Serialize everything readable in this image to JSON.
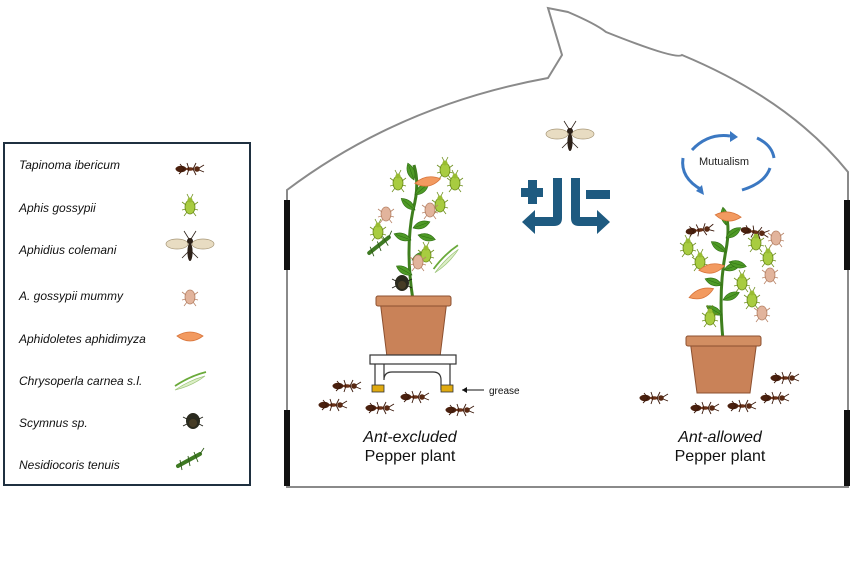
{
  "legend": {
    "items": [
      {
        "name": "Tapinoma ibericum",
        "icon": "ant-icon"
      },
      {
        "name": "Aphis gossypii",
        "icon": "aphid-icon"
      },
      {
        "name": "Aphidius colemani",
        "icon": "wasp-icon"
      },
      {
        "name": "A. gossypii mummy",
        "icon": "mummy-icon"
      },
      {
        "name": "Aphidoletes aphidimyza",
        "icon": "larva-icon"
      },
      {
        "name": "Chrysoperla carnea s.l.",
        "icon": "lacewing-icon"
      },
      {
        "name": "Scymnus sp.",
        "icon": "beetle-icon"
      },
      {
        "name": "Nesidiocoris tenuis",
        "icon": "bug-icon"
      }
    ]
  },
  "diagram": {
    "mutualism_label": "Mutualism",
    "grease_label": "grease",
    "left_plant": {
      "line1": "Ant-excluded",
      "line2": "Pepper plant"
    },
    "right_plant": {
      "line1": "Ant-allowed",
      "line2": "Pepper plant"
    }
  },
  "colors": {
    "arrow": "#1e5a80",
    "cycle": "#3b78c2",
    "pot": "#c98258",
    "leaf": "#4e9a26",
    "aphid": "#a8cc40",
    "mummy": "#e2b49c",
    "larva": "#f29a60",
    "ant": "#5a2a14",
    "grease": "#e0aa10"
  }
}
